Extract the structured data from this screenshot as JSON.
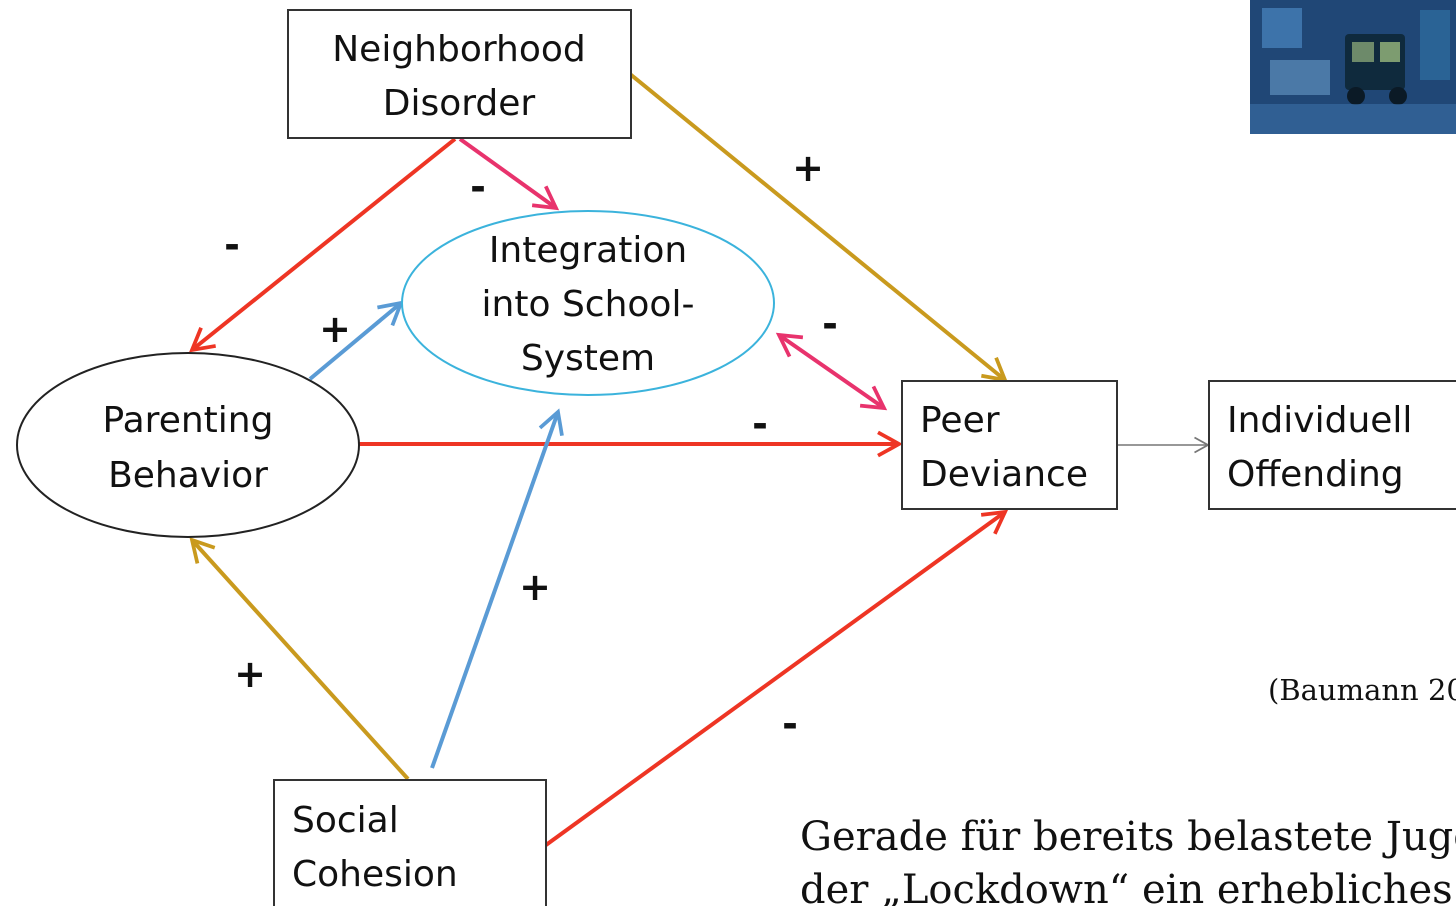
{
  "nodes": {
    "neighborhood": {
      "lines": [
        "Neighborhood",
        "Disorder"
      ]
    },
    "integration": {
      "lines": [
        "Integration",
        "into School-",
        "System"
      ]
    },
    "parenting": {
      "lines": [
        "Parenting",
        "Behavior"
      ]
    },
    "peer": {
      "lines": [
        "Peer",
        "Deviance"
      ]
    },
    "offending": {
      "lines": [
        "Individuell",
        "Offending"
      ]
    },
    "social": {
      "lines": [
        "Social",
        "Cohesion"
      ]
    }
  },
  "edges": [
    {
      "from": "Neighborhood Disorder",
      "to": "Parenting Behavior",
      "sign": "-",
      "color": "#ee3524"
    },
    {
      "from": "Neighborhood Disorder",
      "to": "Integration into School-System",
      "sign": "-",
      "color": "#e8336d"
    },
    {
      "from": "Neighborhood Disorder",
      "to": "Peer Deviance",
      "sign": "+",
      "color": "#c99a1e"
    },
    {
      "from": "Parenting Behavior",
      "to": "Integration into School-System",
      "sign": "+",
      "color": "#5a9bd5"
    },
    {
      "from": "Parenting Behavior",
      "to": "Peer Deviance",
      "sign": "-",
      "color": "#ee3524"
    },
    {
      "from": "Integration into School-System",
      "to": "Peer Deviance",
      "sign": "-",
      "color": "#e8336d",
      "bidirectional": true
    },
    {
      "from": "Social Cohesion",
      "to": "Parenting Behavior",
      "sign": "+",
      "color": "#c99a1e"
    },
    {
      "from": "Social Cohesion",
      "to": "Integration into School-System",
      "sign": "+",
      "color": "#5a9bd5"
    },
    {
      "from": "Social Cohesion",
      "to": "Peer Deviance",
      "sign": "-",
      "color": "#ee3524"
    },
    {
      "from": "Peer Deviance",
      "to": "Individuell Offending",
      "sign": "",
      "color": "#777777"
    }
  ],
  "citation": "(Baumann 20",
  "caption": [
    "Gerade für bereits belastete Jugendli",
    "der „Lockdown“ ein erhebliches Ris"
  ],
  "colors": {
    "red": "#ee3524",
    "pink": "#e8336d",
    "gold": "#c99a1e",
    "blue": "#5a9bd5",
    "ellipse_cyan": "#3bb3dc",
    "gray": "#777777"
  }
}
